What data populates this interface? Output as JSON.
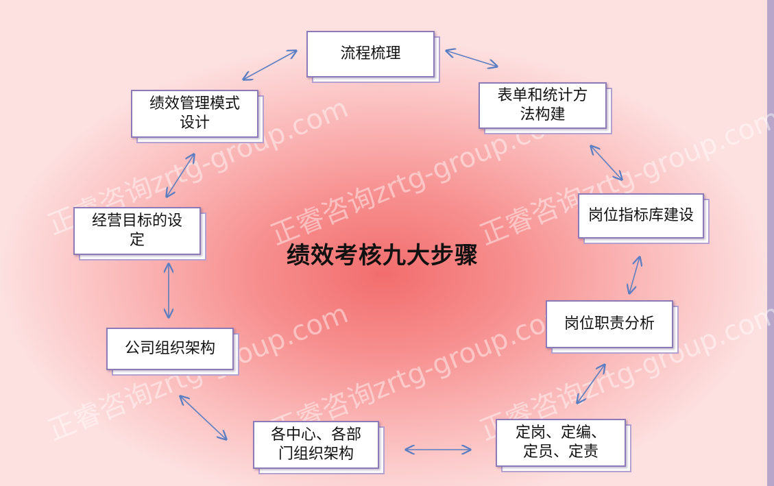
{
  "title": "绩效考核九大步骤",
  "nodes": [
    {
      "id": "process",
      "label": "流程梳理"
    },
    {
      "id": "forms",
      "label": "表单和统计方法构建"
    },
    {
      "id": "kpi-lib",
      "label": "岗位指标库建设"
    },
    {
      "id": "duties",
      "label": "岗位职责分析"
    },
    {
      "id": "staffing",
      "label": "定岗、定编、定员、定责"
    },
    {
      "id": "dept-org",
      "label": "各中心、各部门组织架构"
    },
    {
      "id": "company-org",
      "label": "公司组织架构"
    },
    {
      "id": "goals",
      "label": "经营目标的设定"
    },
    {
      "id": "mode",
      "label": "绩效管理模式设计"
    }
  ],
  "watermark": "正睿咨询zrtg-group.com",
  "colors": {
    "arrow": "#5b7ec2",
    "box_border": "#8c79b8",
    "bg_center": "#f26d6d",
    "bg_edge": "#fde0e0"
  }
}
